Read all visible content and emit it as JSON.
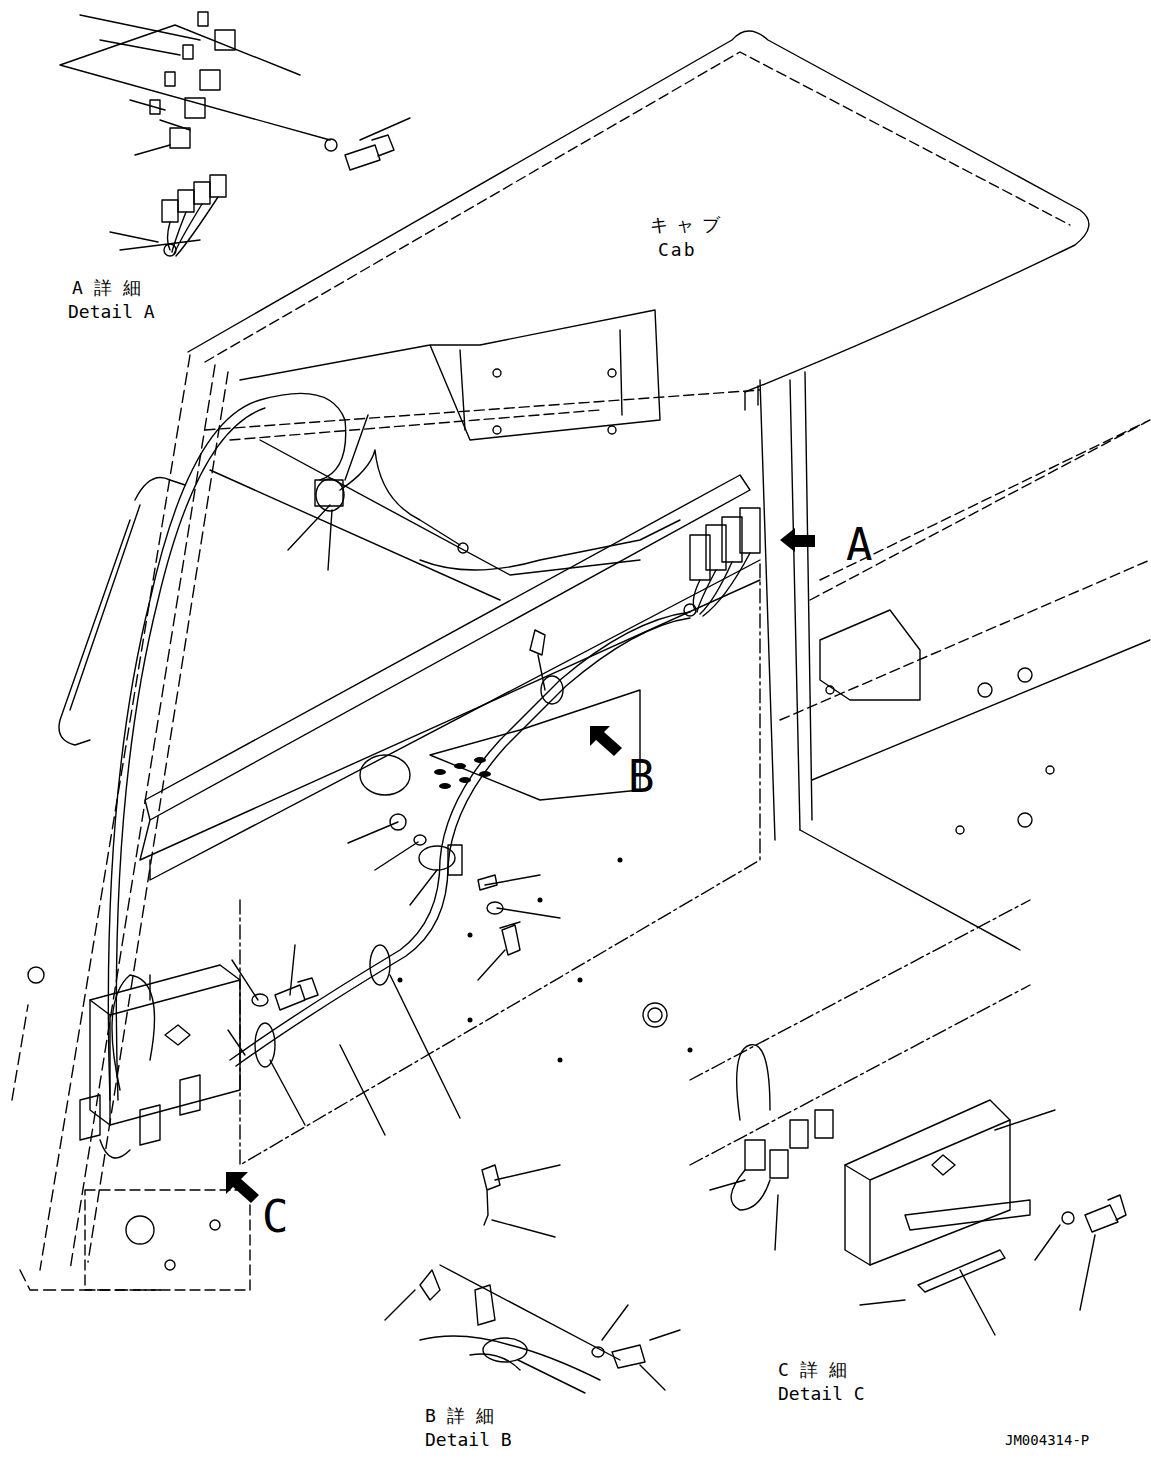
{
  "diagram": {
    "labels": [
      "キャブ",
      "Cab",
      "A 詳 細",
      "Detail A",
      "A",
      "B",
      "C",
      "B 詳 細",
      "Detail B",
      "C 詳 細",
      "Detail C",
      "JM004314-P"
    ]
  }
}
